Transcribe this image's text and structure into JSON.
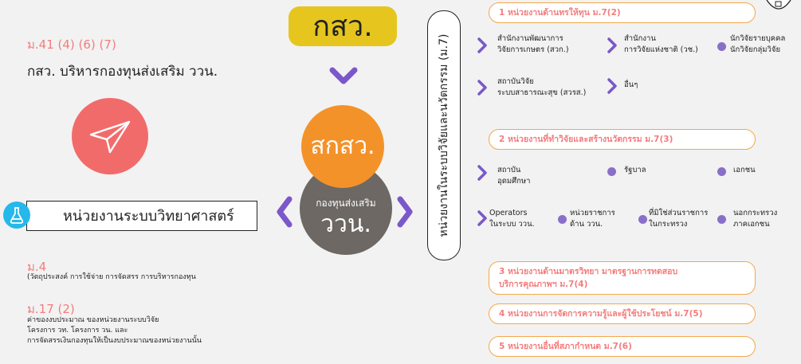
{
  "left": {
    "section1_title": "ม.41 (4) (6) (7)",
    "section1_body": "กสว. บริหารกองทุนส่งเสริม ววน.",
    "science_box_label": "หน่วยงานระบบวิทยาศาสตร์",
    "section_m4_title": "ม.4",
    "section_m4_body": "(วัตถุประสงค์ การใช้จ่าย การจัดสรร การบริหารกองทุน",
    "section_m17_title": "ม.17 (2)",
    "section_m17_line1": "ค่าของงบประมาณ ของหน่วยงานระบบวิจัย",
    "section_m17_line2": "โครงการ วท. โครงการ วน. และ",
    "section_m17_line3": "การจัดสรรเงินกองทุนให้เป็นงบประมาณของหน่วยงานนั้น"
  },
  "center": {
    "top_label": "กสว.",
    "orange_label": "สกสว.",
    "gray_small": "กองทุนส่งเสริม",
    "gray_big": "ววน.",
    "vertical_label": "หน่วยงานในระบบวิจัยและนวัตกรรม (ม.7)"
  },
  "right": {
    "group1_title": "1 หน่วยงานด้านทรให้ทุน ม.7(2)",
    "group1_items": [
      [
        "สำนักงานพัฒนาการ",
        "วิจัยการเกษตร (สวก.)"
      ],
      [
        "สำนักงาน",
        "การวิจัยแห่งชาติ (วช.)"
      ],
      [
        "นักวิจัยรายบุคคล",
        "นักวิจัยกลุ่มวิจัย"
      ],
      [
        "สถาบันวิจัย",
        "ระบบสาธารณะสุข (สวรส.)"
      ],
      [
        "อื่นๆ",
        ""
      ]
    ],
    "group2_title": "2 หน่วยงานที่ทำวิจัยและสร้างนวัตกรรม ม.7(3)",
    "group2_items": [
      [
        "สถาบัน",
        "อุดมศึกษา"
      ],
      [
        "รัฐบาล",
        ""
      ],
      [
        "เอกชน",
        ""
      ],
      [
        "Operators",
        "ในระบบ ววน."
      ],
      [
        "หน่วยราชการ",
        "ด้าน ววน."
      ],
      [
        "ที่มิใช่ส่วนราชการ",
        "ในกระทรวง"
      ],
      [
        "นอกกระทรวง",
        "ภาคเอกชน"
      ]
    ],
    "group3_line1": "3 หน่วยงานด้านมาตรวิทยา มาตรฐานการทดสอบ",
    "group3_line2": "บริการคุณภาพฯ ม.7(4)",
    "group4_title": "4 หน่วยงานการจัดการความรู้และผู้ใช้ประโยชน์ ม.7(5)",
    "group5_title": "5 หน่วยงานอื่นที่สภากำหนด ม.7(6)"
  },
  "colors": {
    "accent_red": "#f26b6b",
    "yellow": "#e6c61e",
    "orange": "#f4922a",
    "gray": "#6d6864",
    "purple": "#7a58c9",
    "blue": "#25b8ea"
  }
}
